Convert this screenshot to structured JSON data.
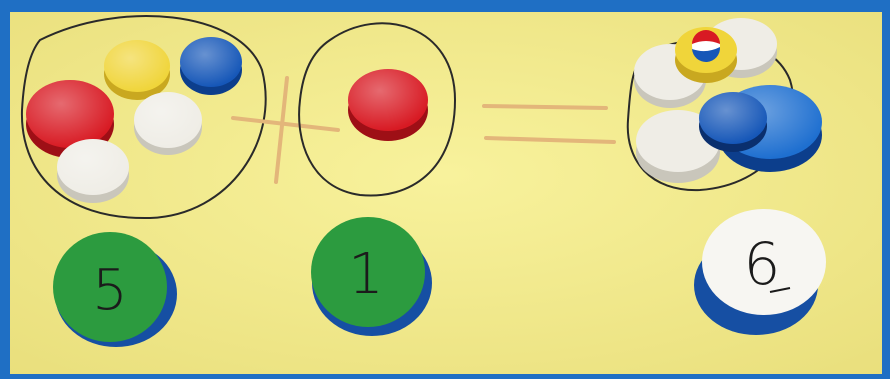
{
  "numbers": {
    "first": "5",
    "second": "1",
    "result": "6"
  },
  "colors": {
    "paper": "#f4ec8e",
    "frame": "#1f6fc4",
    "cap_red": "#d81a23",
    "cap_yellow": "#f0d53a",
    "cap_blue": "#1657b8",
    "cap_white": "#efede6",
    "disc_green": "#2c9b3f",
    "toothpick": "#e3b67a"
  },
  "counts": {
    "first_group_caps": 5,
    "second_group_caps": 1,
    "result_group_caps": 6
  },
  "icons": {
    "plus": "toothpick-plus-icon",
    "equals": "toothpick-equals-icon"
  }
}
